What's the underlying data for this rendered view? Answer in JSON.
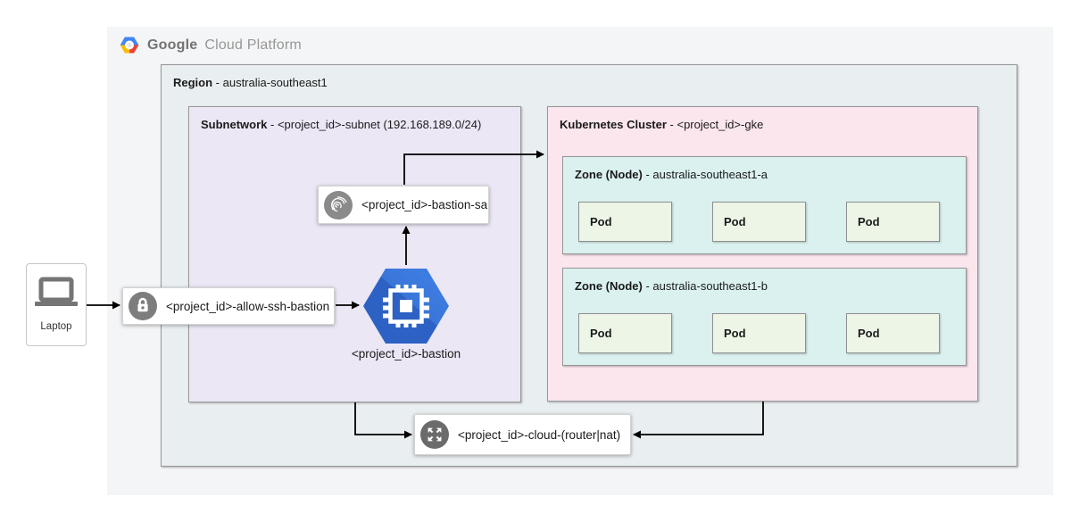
{
  "header": {
    "logo_google": "Google",
    "logo_suffix": "Cloud Platform"
  },
  "diagram": {
    "region": {
      "title": "Region",
      "subtitle": " - australia-southeast1"
    },
    "subnetwork": {
      "title": "Subnetwork",
      "subtitle": " - <project_id>-subnet (192.168.189.0/24)"
    },
    "kubernetes_cluster": {
      "title": "Kubernetes Cluster",
      "subtitle": " - <project_id>-gke"
    },
    "zones": [
      {
        "title": "Zone (Node)",
        "subtitle": " - australia-southeast1-a",
        "pods": [
          {
            "label": "Pod"
          },
          {
            "label": "Pod"
          },
          {
            "label": "Pod"
          }
        ]
      },
      {
        "title": "Zone (Node)",
        "subtitle": " - australia-southeast1-b",
        "pods": [
          {
            "label": "Pod"
          },
          {
            "label": "Pod"
          },
          {
            "label": "Pod"
          }
        ]
      }
    ],
    "nodes": {
      "laptop": {
        "label": "Laptop",
        "icon": "laptop-icon"
      },
      "firewall_rule": {
        "label": "<project_id>-allow-ssh-bastion",
        "icon": "lock-icon"
      },
      "service_account": {
        "label": "<project_id>-bastion-sa",
        "icon": "fingerprint-icon"
      },
      "bastion_vm": {
        "label": "<project_id>-bastion",
        "icon": "compute-engine-icon"
      },
      "cloud_router_nat": {
        "label": "<project_id>-cloud-(router|nat)",
        "icon": "expand-arrows-icon"
      }
    },
    "connections": [
      "laptop -> firewall_rule",
      "firewall_rule -> bastion_vm",
      "bastion_vm -> service_account",
      "service_account -> kubernetes_cluster",
      "subnetwork -> cloud_router_nat",
      "kubernetes_cluster -> cloud_router_nat"
    ]
  },
  "colors": {
    "panel_bg": "#f4f5f6",
    "region_bg": "#e9eef1",
    "subnet_bg": "#ece7f5",
    "cluster_bg": "#fce6ee",
    "zone_bg": "#daf1f0",
    "pod_bg": "#edf5e7",
    "bastion_blue": "#3a76d8",
    "bastion_blue_dark": "#2d62c4",
    "icon_circle_gray": "#7d7d7d",
    "arrow": "#000000",
    "logo_blue": "#4285f4",
    "logo_red": "#ea4335",
    "logo_yellow": "#fbbc05"
  }
}
